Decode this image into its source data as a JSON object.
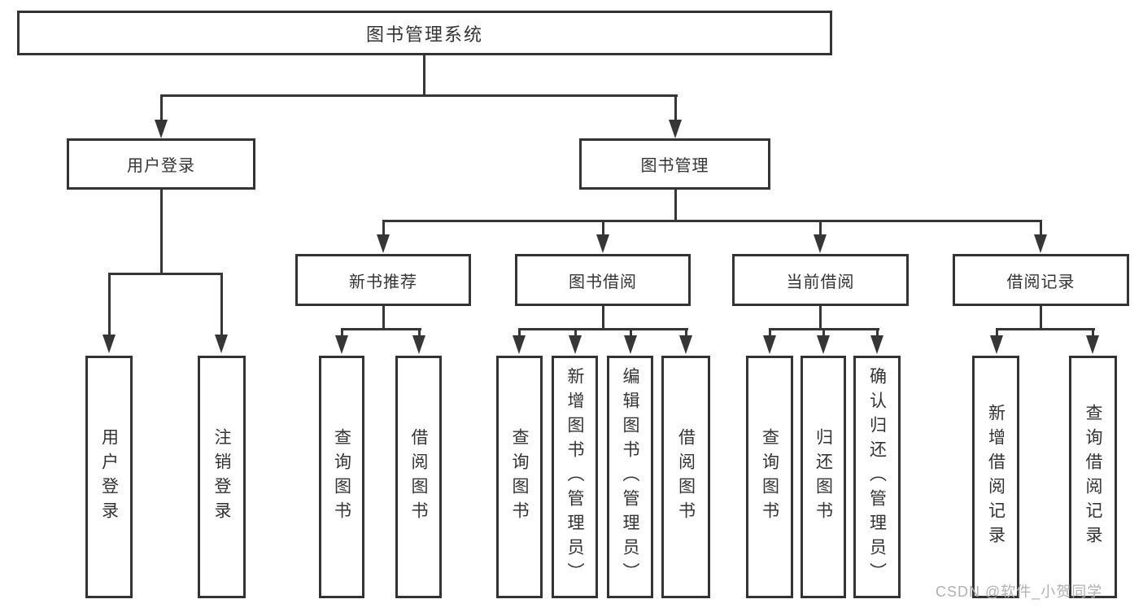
{
  "tree": {
    "root": "图书管理系统",
    "branches": [
      {
        "label": "用户登录",
        "children": [
          "用户登录",
          "注销登录"
        ]
      },
      {
        "label": "图书管理",
        "children": [
          {
            "label": "新书推荐",
            "children": [
              "查询图书",
              "借阅图书"
            ]
          },
          {
            "label": "图书借阅",
            "children": [
              "查询图书",
              "新增图书（管理员）",
              "编辑图书（管理员）",
              "借阅图书"
            ]
          },
          {
            "label": "当前借阅",
            "children": [
              "查询图书",
              "归还图书",
              "确认归还（管理员）"
            ]
          },
          {
            "label": "借阅记录",
            "children": [
              "新增借阅记录",
              "查询借阅记录"
            ]
          }
        ]
      }
    ]
  },
  "watermark": "CSDN @软件_小贺同学",
  "colors": {
    "line": "#363636",
    "border": "#333333",
    "text": "#333333",
    "watermark": "#b0b0b0",
    "background": "#ffffff"
  }
}
